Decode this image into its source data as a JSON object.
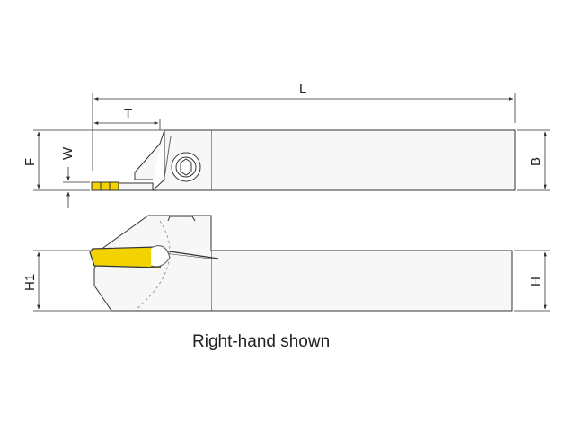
{
  "labels": {
    "L": "L",
    "T": "T",
    "F": "F",
    "W": "W",
    "B": "B",
    "H1": "H1",
    "H": "H"
  },
  "caption": "Right-hand shown",
  "colors": {
    "insert": "#f2d200",
    "line": "#333333",
    "body_fill": "#f7f7f7",
    "dashed_arc": "#999999"
  }
}
